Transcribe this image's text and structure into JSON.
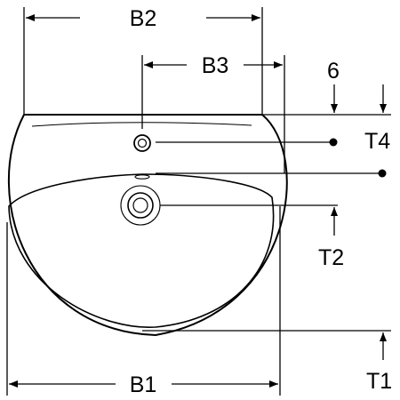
{
  "labels": {
    "b2": "B2",
    "b3": "B3",
    "b1": "B1",
    "six": "6",
    "t4": "T4",
    "t2": "T2",
    "t1": "T1"
  },
  "colors": {
    "line": "#000000",
    "background": "#ffffff"
  }
}
